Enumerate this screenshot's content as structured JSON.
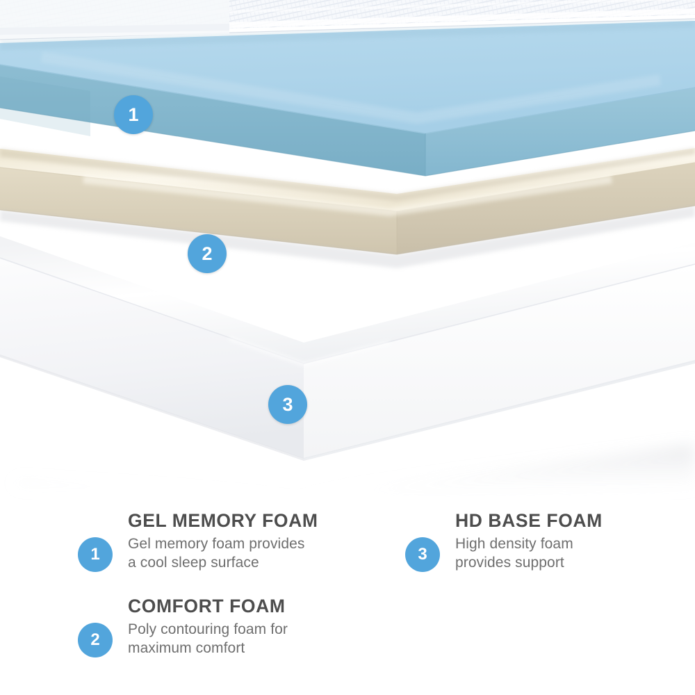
{
  "illustration": {
    "alt_name": "mattress-layer-cutaway",
    "markers": [
      {
        "id": "1",
        "label": "1",
        "layer": "gel-memory-foam"
      },
      {
        "id": "2",
        "label": "2",
        "layer": "comfort-foam"
      },
      {
        "id": "3",
        "label": "3",
        "layer": "hd-base-foam"
      }
    ],
    "layers": [
      {
        "name": "quilted-cover",
        "top_color": "#f4f6f9",
        "side_color": "#e6eaf0"
      },
      {
        "name": "gel-memory-foam",
        "top_color": "#aed4ea",
        "side_color": "#7fb3ca",
        "side_color_right": "#8cbdd3"
      },
      {
        "name": "comfort-foam",
        "top_color": "#f3edda",
        "side_color": "#d6cdb8",
        "side_color_right": "#cfc6b2"
      },
      {
        "name": "hd-base-foam",
        "top_color": "#fdfdfd",
        "side_color": "#f0f1f3",
        "side_color_right": "#fafafa"
      }
    ]
  },
  "colors": {
    "badge": "#52a5dc",
    "badge_text": "#ffffff",
    "title_text": "#4d4d4d",
    "body_text": "#6e6e6e",
    "background": "#ffffff"
  },
  "legend": {
    "columns": [
      {
        "items": [
          {
            "number": "1",
            "title": "GEL MEMORY FOAM",
            "desc_line1": "Gel memory foam provides",
            "desc_line2": "a cool sleep surface"
          },
          {
            "number": "2",
            "title": "COMFORT FOAM",
            "desc_line1": "Poly contouring foam for",
            "desc_line2": "maximum comfort"
          }
        ]
      },
      {
        "items": [
          {
            "number": "3",
            "title": "HD BASE FOAM",
            "desc_line1": "High density foam",
            "desc_line2": "provides support"
          }
        ]
      }
    ]
  }
}
